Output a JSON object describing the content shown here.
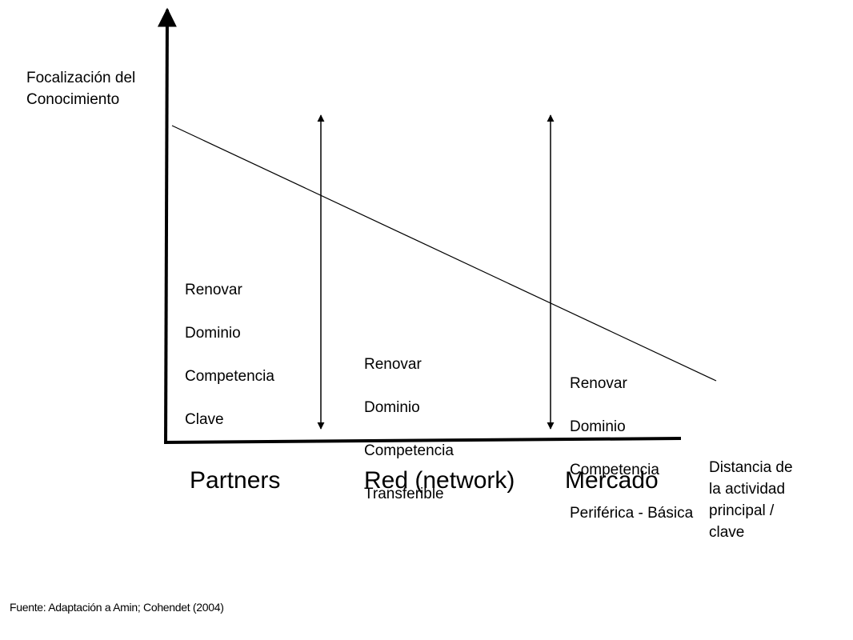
{
  "colors": {
    "ink": "#000000",
    "background": "#ffffff"
  },
  "axes": {
    "y_label": "Focalización del\nConocimiento",
    "x_label": "Distancia de\nla actividad\nprincipal /\nclave"
  },
  "levels": [
    {
      "lines": [
        "Renovar",
        "Dominio",
        "Competencia",
        "Clave"
      ]
    },
    {
      "lines": [
        "Renovar",
        "Dominio",
        "Competencia",
        "Transferible"
      ]
    },
    {
      "lines": [
        "Renovar",
        "Dominio",
        "Competencia",
        "Periférica - Básica"
      ]
    }
  ],
  "zones": [
    "Partners",
    "Red (network)",
    "Mercado"
  ],
  "source": "Fuente: Adaptación a Amin; Cohendet (2004)"
}
